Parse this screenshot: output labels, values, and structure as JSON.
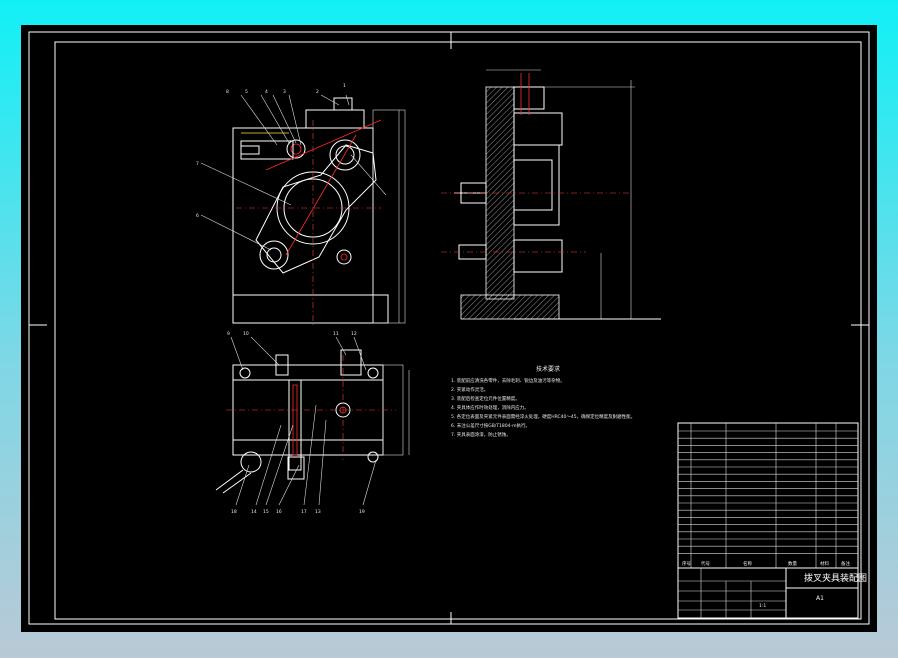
{
  "notes": {
    "title": "技术要求",
    "lines": [
      "1. 装配前应清洗各零件，去除毛刺、锐边及油污等杂物。",
      "2. 夹紧动作灵活。",
      "3. 装配后检查定位元件位置精度。",
      "4. 夹具体应作时效处理，消除内应力。",
      "5. 各定位表面及夹紧元件表面需经淬火处理，硬度HRC40～45，确保定位精度及耐磨性能。",
      "6. 未注公差尺寸按GB/T1804-m执行。",
      "7. 夹具表面涂漆，防止锈蚀。"
    ]
  },
  "title_block": {
    "drawing_name": "拨叉夹具装配图",
    "scale": "1:1",
    "sheet": "A1",
    "header": [
      "序号",
      "代号",
      "名称",
      "数量",
      "材料",
      "备注"
    ]
  },
  "balloons_front": [
    "8",
    "5",
    "4",
    "3",
    "2",
    "1",
    "7",
    "6"
  ],
  "balloons_bottom": [
    "9",
    "10",
    "11",
    "12",
    "18",
    "14",
    "15",
    "16",
    "17",
    "13",
    "19"
  ],
  "colors": {
    "background": "#000000",
    "frame": "#ffffff",
    "centerline": "#ff2b2b",
    "accent": "#ffe14a",
    "outer_gradient_top": "#11f0f6",
    "outer_gradient_bottom": "#b9c9d6"
  }
}
